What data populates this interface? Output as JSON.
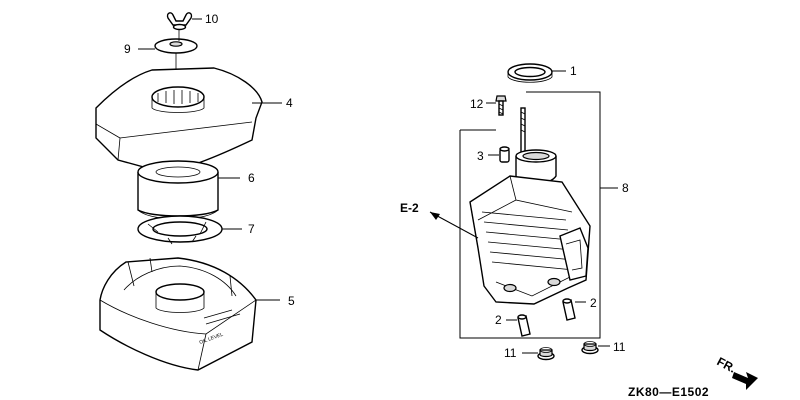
{
  "callouts": {
    "c1": "1",
    "c2a": "2",
    "c2b": "2",
    "c3": "3",
    "c4": "4",
    "c5": "5",
    "c6": "6",
    "c7": "7",
    "c8": "8",
    "c9": "9",
    "c10": "10",
    "c11a": "11",
    "c11b": "11",
    "c12": "12"
  },
  "reference": "E-2",
  "direction_label": "FR.",
  "diagram_code": "ZK80—E1502",
  "case_embossed_text": "OIL LEVEL"
}
